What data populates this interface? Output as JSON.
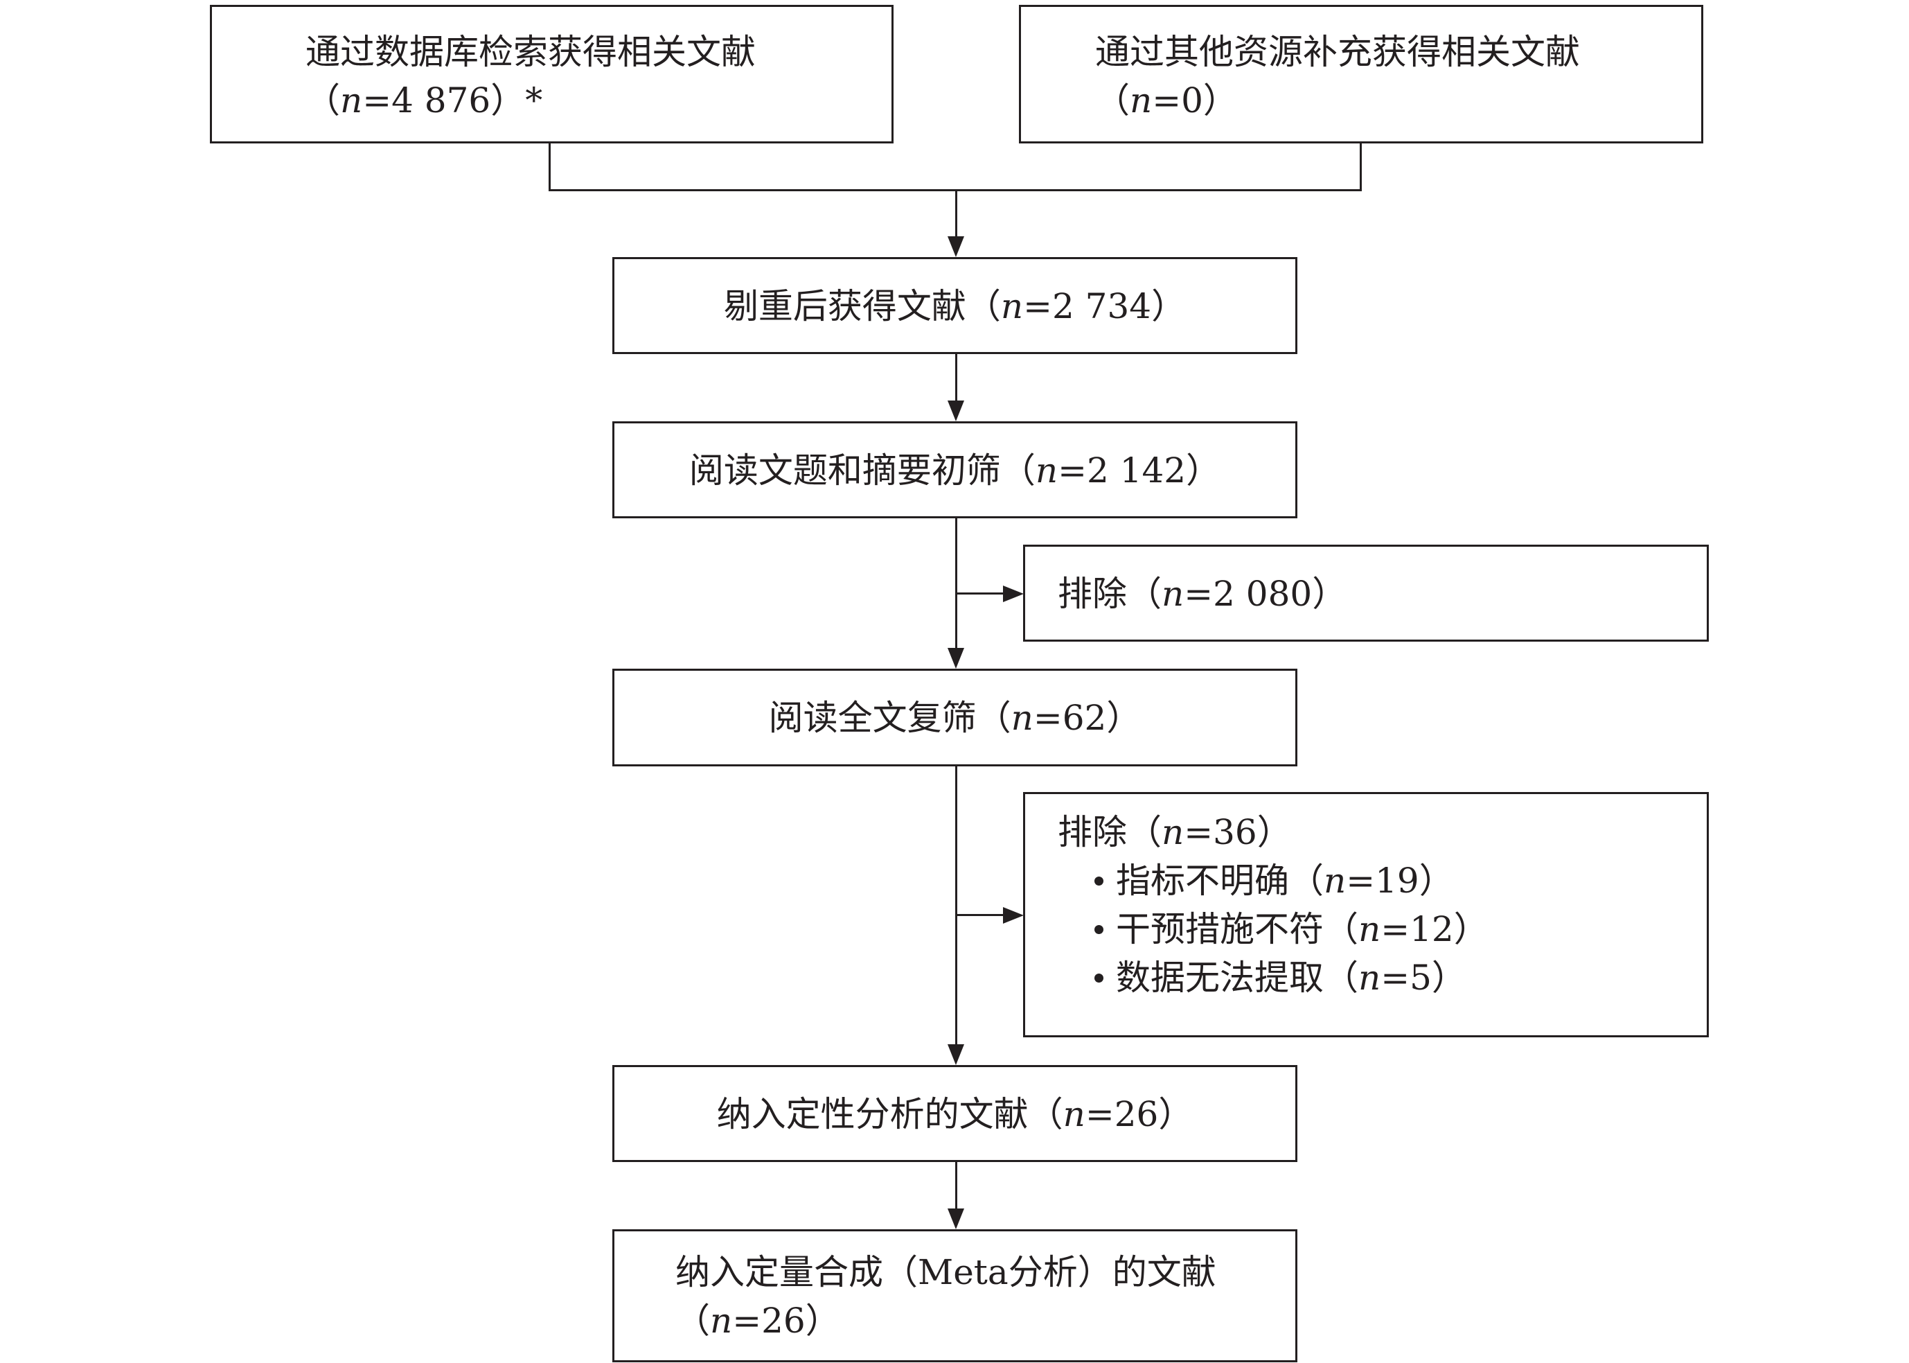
{
  "boxes": {
    "database": {
      "line1": "通过数据库检索获得相关文献",
      "count_prefix": "（",
      "n": "n",
      "count_value": "=4 876",
      "count_suffix": "）*"
    },
    "other": {
      "line1": "通过其他资源补充获得相关文献",
      "count_prefix": "（",
      "n": "n",
      "count_value": "=0",
      "count_suffix": "）"
    },
    "dedup": {
      "label": "剔重后获得文献（",
      "n": "n",
      "count_value": "=2 734",
      "suffix": "）"
    },
    "title_abstract": {
      "label": "阅读文题和摘要初筛（",
      "n": "n",
      "count_value": "=2 142",
      "suffix": "）"
    },
    "excluded1": {
      "label": "排除（",
      "n": "n",
      "count_value": "=2 080",
      "suffix": "）"
    },
    "fulltext": {
      "label": "阅读全文复筛（",
      "n": "n",
      "count_value": "=62",
      "suffix": "）"
    },
    "excluded2": {
      "label": "排除（",
      "n": "n",
      "count_value": "=36",
      "suffix": "）",
      "reasons": [
        {
          "label": "指标不明确（",
          "n": "n",
          "count_value": "=19",
          "suffix": "）"
        },
        {
          "label": "干预措施不符（",
          "n": "n",
          "count_value": "=12",
          "suffix": "）"
        },
        {
          "label": "数据无法提取（",
          "n": "n",
          "count_value": "=5",
          "suffix": "）"
        }
      ]
    },
    "qualitative": {
      "label": "纳入定性分析的文献（",
      "n": "n",
      "count_value": "=26",
      "suffix": "）"
    },
    "quantitative": {
      "line1": "纳入定量合成（Meta分析）的文献",
      "count_prefix": "（",
      "n": "n",
      "count_value": "=26",
      "count_suffix": "）"
    }
  }
}
